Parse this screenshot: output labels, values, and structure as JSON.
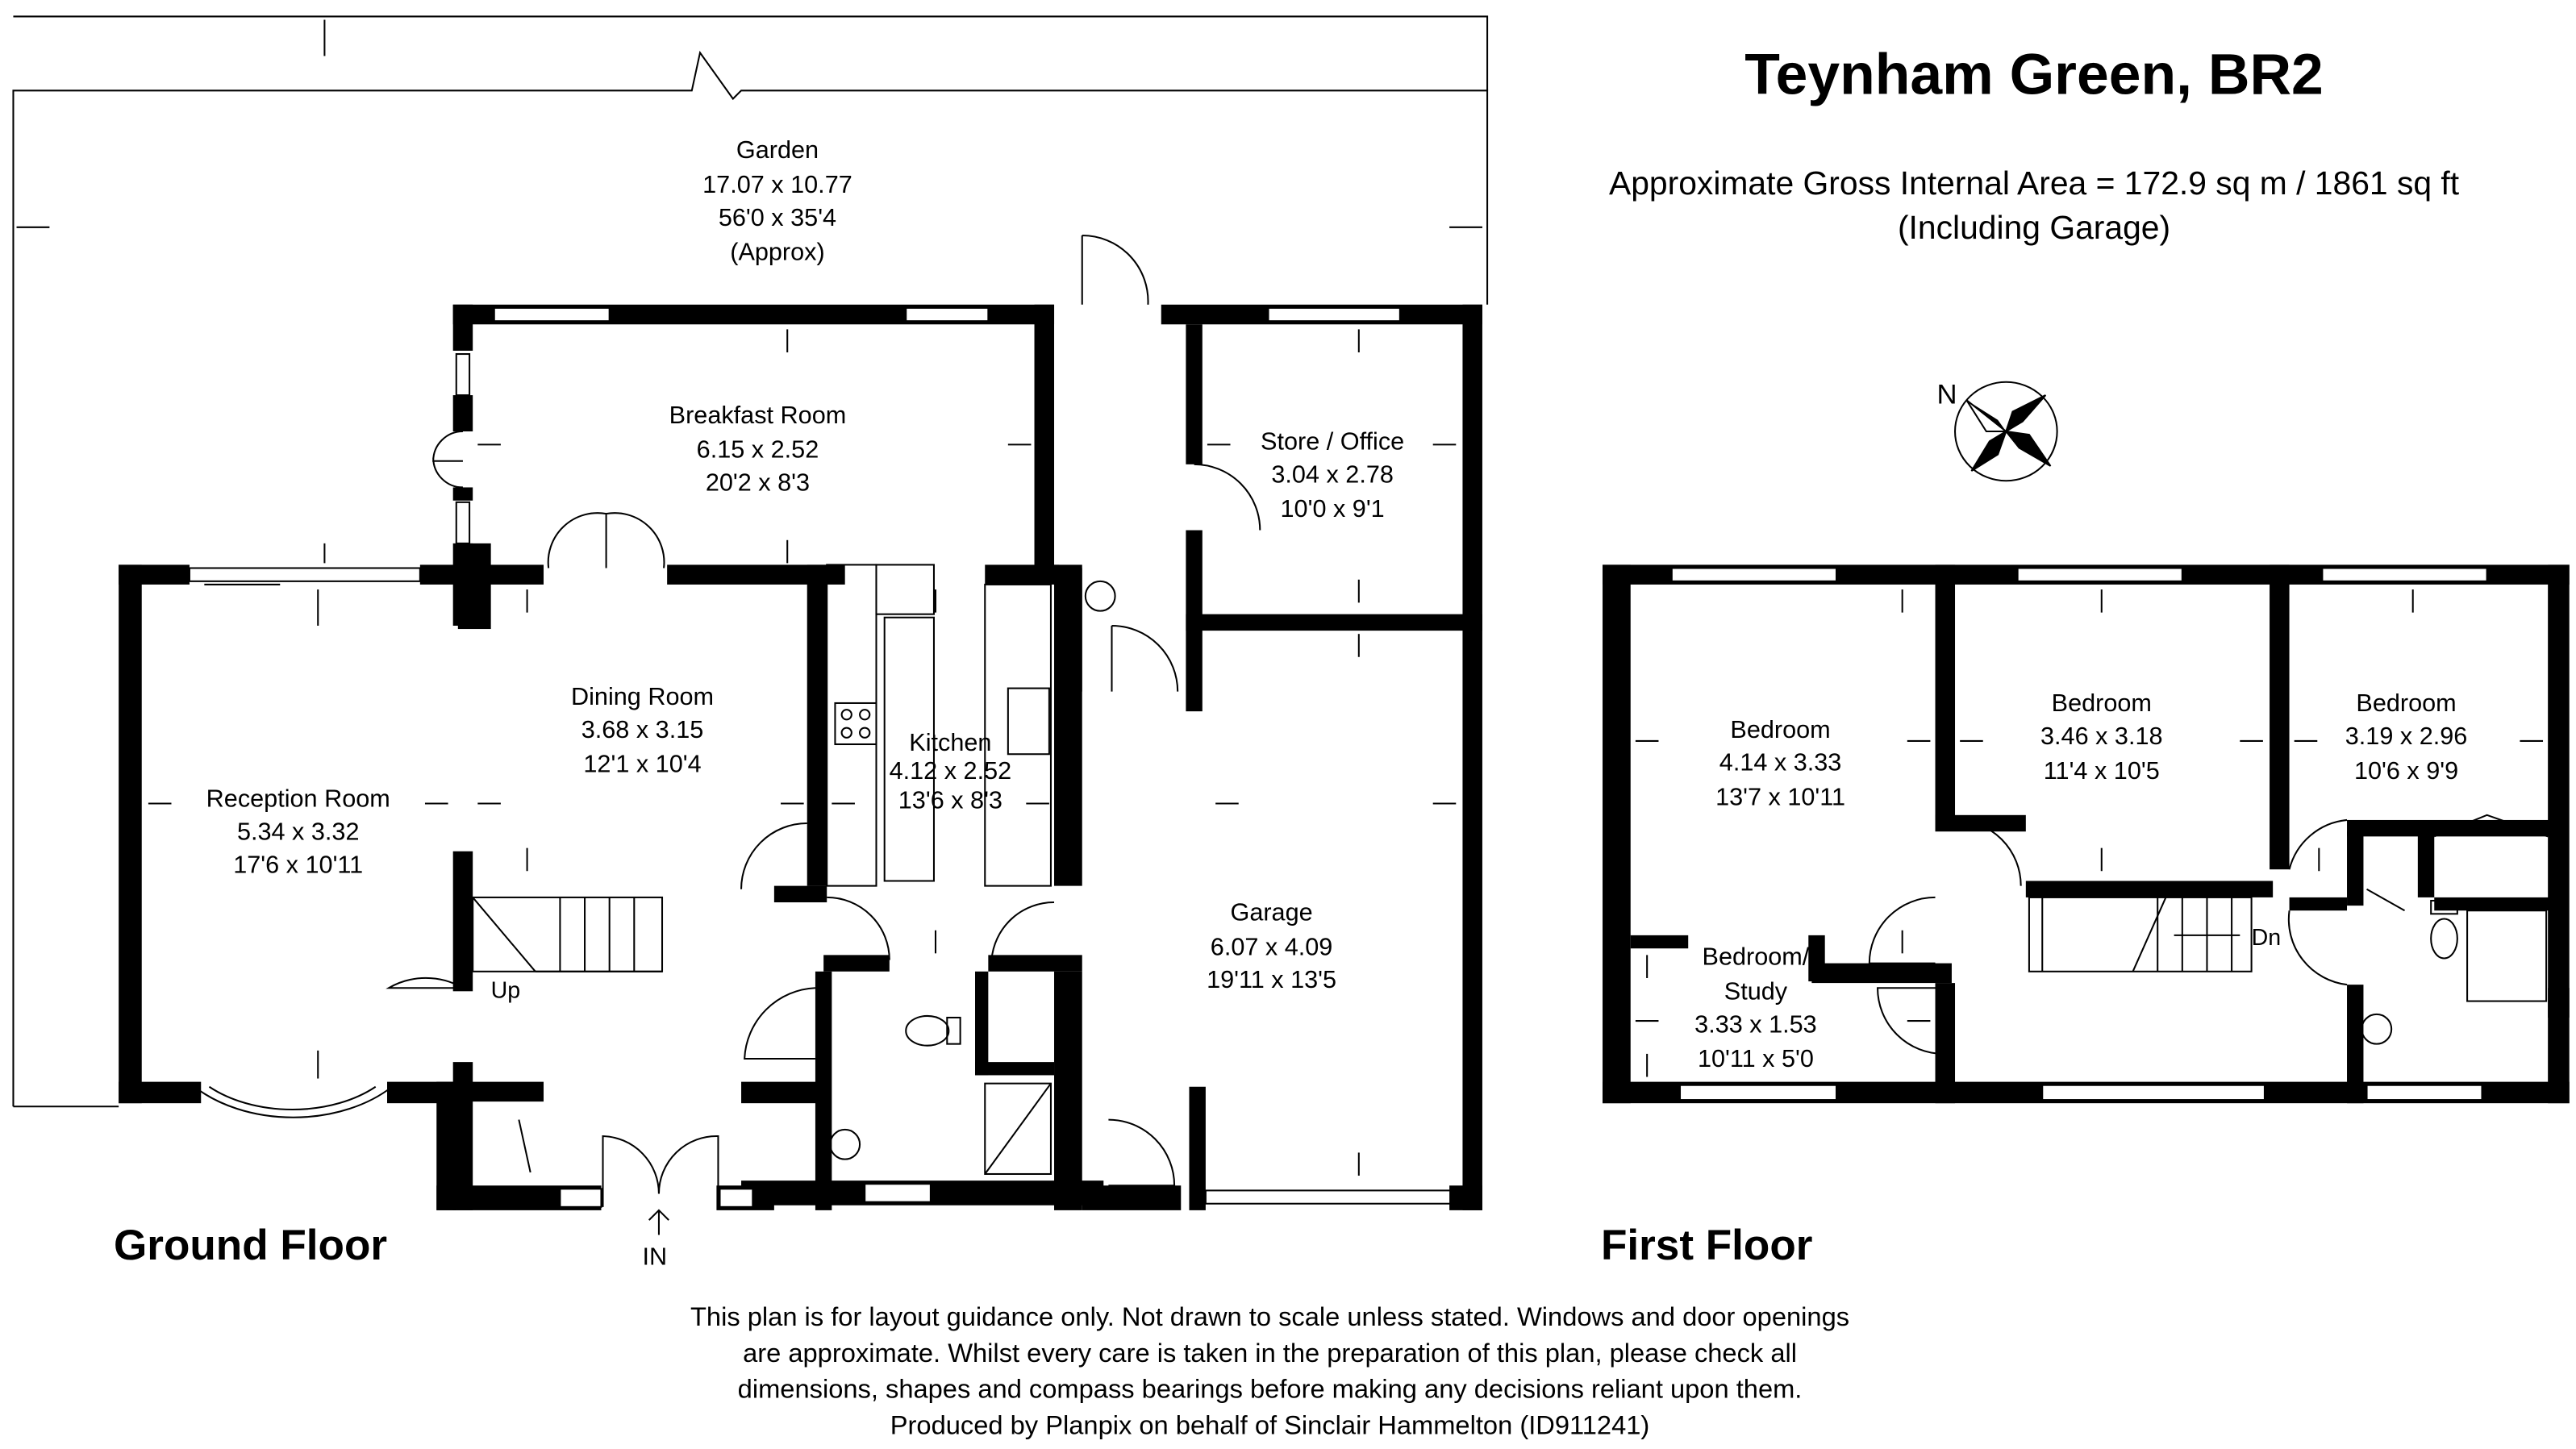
{
  "header": {
    "title": "Teynham Green, BR2",
    "area": "Approximate Gross Internal Area = 172.9 sq m / 1861 sq ft",
    "area_note": "(Including Garage)"
  },
  "compass": {
    "label": "N",
    "icon": "compass-rose-icon"
  },
  "floors": {
    "ground": "Ground Floor",
    "first": "First Floor"
  },
  "markers": {
    "up": "Up",
    "down": "Dn",
    "entrance": "IN"
  },
  "ground_rooms": {
    "garden": {
      "name": "Garden",
      "metric": "17.07 x 10.77",
      "imperial": "56'0 x 35'4",
      "note": "(Approx)"
    },
    "breakfast": {
      "name": "Breakfast Room",
      "metric": "6.15 x 2.52",
      "imperial": "20'2 x 8'3"
    },
    "store": {
      "name": "Store / Office",
      "metric": "3.04 x 2.78",
      "imperial": "10'0 x 9'1"
    },
    "dining": {
      "name": "Dining Room",
      "metric": "3.68 x 3.15",
      "imperial": "12'1 x 10'4"
    },
    "reception": {
      "name": "Reception Room",
      "metric": "5.34 x 3.32",
      "imperial": "17'6 x 10'11"
    },
    "kitchen": {
      "name": "Kitchen",
      "metric": "4.12 x 2.52",
      "imperial": "13'6 x 8'3"
    },
    "garage": {
      "name": "Garage",
      "metric": "6.07 x 4.09",
      "imperial": "19'11 x 13'5"
    }
  },
  "first_rooms": {
    "bedroom1": {
      "name": "Bedroom",
      "metric": "4.14 x 3.33",
      "imperial": "13'7 x 10'11"
    },
    "bedroom2": {
      "name": "Bedroom",
      "metric": "3.46 x 3.18",
      "imperial": "11'4 x 10'5"
    },
    "bedroom3": {
      "name": "Bedroom",
      "metric": "3.19 x 2.96",
      "imperial": "10'6 x 9'9"
    },
    "study": {
      "name_line1": "Bedroom/",
      "name_line2": "Study",
      "metric": "3.33 x 1.53",
      "imperial": "10'11 x 5'0"
    }
  },
  "disclaimer": [
    "This plan is for layout guidance only. Not drawn to scale unless stated. Windows and door openings",
    "are approximate. Whilst every care is taken in the preparation of this plan, please check all",
    "dimensions, shapes and compass bearings before making any decisions reliant upon them.",
    "Produced by Planpix on behalf of Sinclair Hammelton (ID911241)"
  ]
}
